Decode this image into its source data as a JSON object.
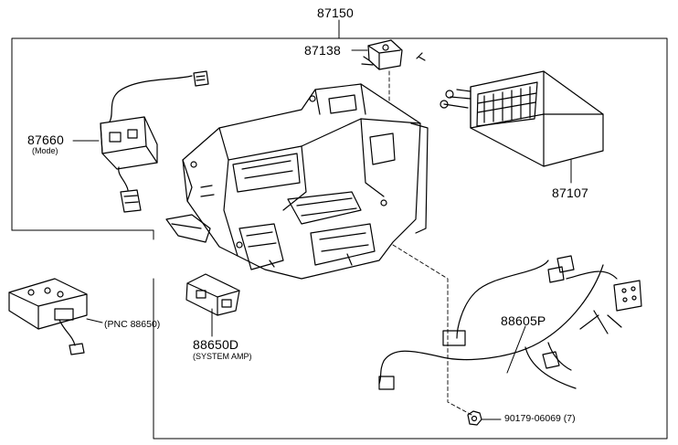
{
  "parts": {
    "p87150": "87150",
    "p87138": "87138",
    "p87660": "87660",
    "p87660_sub": "(Mode)",
    "p87107": "87107",
    "p88605p": "88605P",
    "pnc": "(PNC 88650)",
    "p88650d": "88650D",
    "p88650d_sub": "(SYSTEM AMP)",
    "p90179": "90179-06069 (7)"
  },
  "colors": {
    "line": "#000000",
    "background": "#ffffff"
  }
}
